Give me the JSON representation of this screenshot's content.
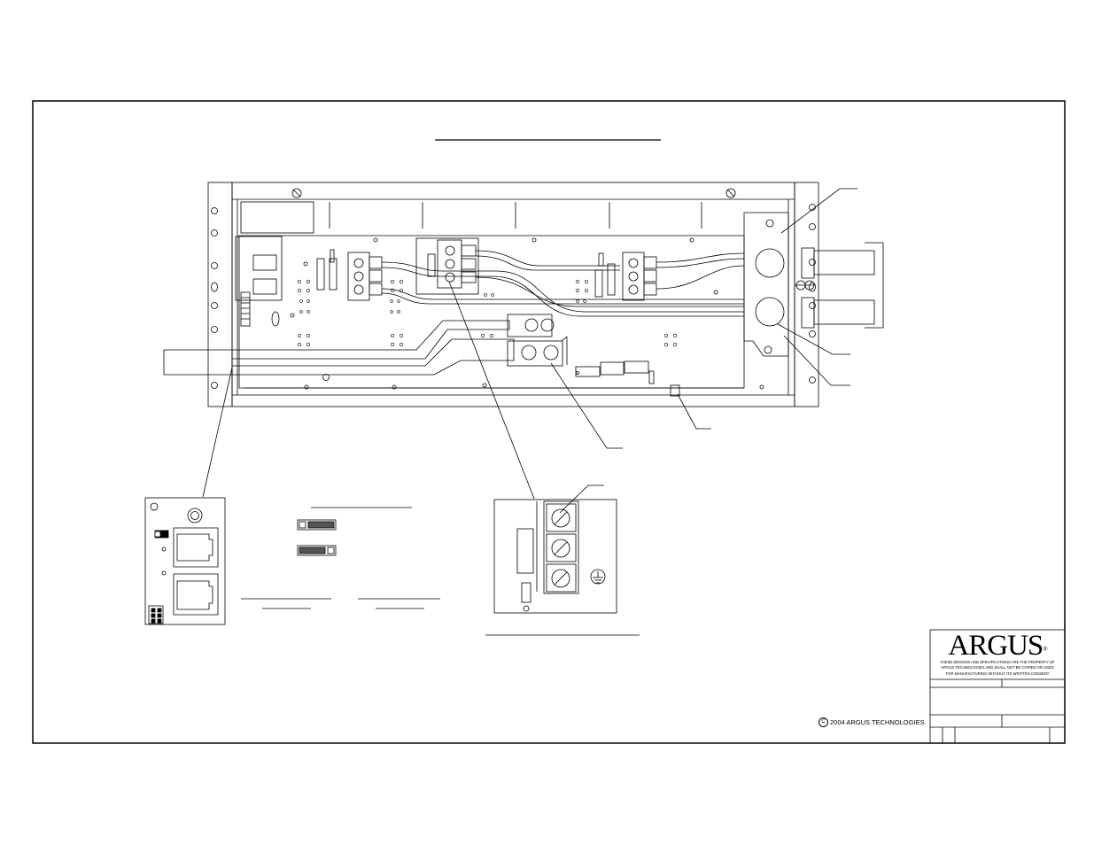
{
  "title_block": {
    "company_logo": "ARGUS",
    "registered_mark": "®",
    "notice_line1": "THESE DESIGNS AND SPECIFICATIONS ARE THE PROPERTY OF",
    "notice_line2": "ARGUS TECHNOLOGIES AND SHALL NOT BE COPIED OR USED",
    "notice_line3": "FOR MANUFACTURING WITHOUT ITS WRITTEN CONSENT"
  },
  "copyright": {
    "symbol": "C",
    "text": "2004 ARGUS TECHNOLOGIES"
  }
}
